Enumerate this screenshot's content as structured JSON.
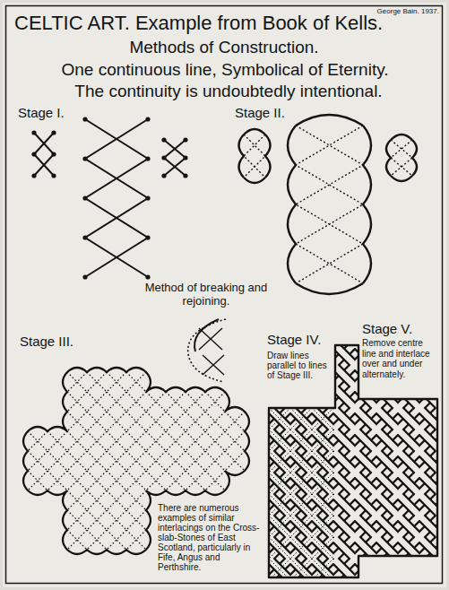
{
  "diagram": {
    "title": "CELTIC ART. Example from Book of Kells.",
    "labels": [
      "George Bain. 1937.",
      "Methods of Construction.",
      "One continuous line, Symbolical of Eternity.",
      "The continuity is undoubtedly intentional.",
      "Stage I.",
      "Stage II.",
      "Method of breaking and rejoining.",
      "Stage III.",
      "Stage IV.",
      "Draw lines parallel to lines of Stage III.",
      "Stage V.",
      "Remove centre line and interlace over and under alternately.",
      "There are numerous examples of similar interlacings on the Cross-slab-Stones of East Scotland, particularly in Fife, Angus and Perthshire."
    ]
  }
}
